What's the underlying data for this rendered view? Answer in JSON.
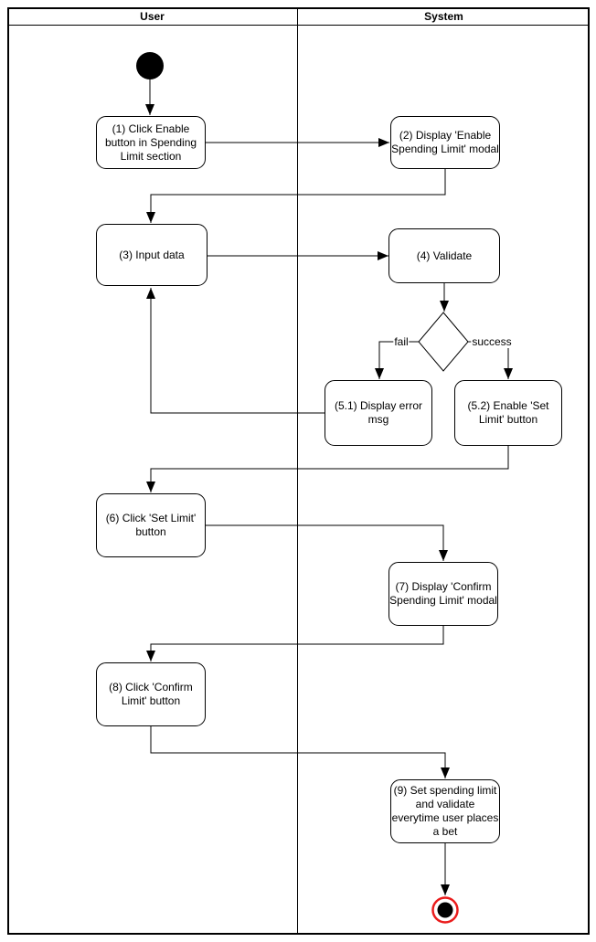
{
  "lanes": {
    "user": {
      "label": "User"
    },
    "system": {
      "label": "System"
    }
  },
  "nodes": {
    "start": {
      "type": "initial-node",
      "lane": "user"
    },
    "n1": {
      "lane": "user",
      "label": "(1) Click Enable\nbutton in Spending\nLimit section"
    },
    "n2": {
      "lane": "system",
      "label": "(2) Display 'Enable\nSpending Limit' modal"
    },
    "n3": {
      "lane": "user",
      "label": "(3) Input data"
    },
    "n4": {
      "lane": "system",
      "label": "(4) Validate"
    },
    "decision": {
      "type": "decision-node",
      "lane": "system"
    },
    "n51": {
      "lane": "system",
      "label": "(5.1) Display error\nmsg"
    },
    "n52": {
      "lane": "system",
      "label": "(5.2) Enable 'Set\nLimit' button"
    },
    "n6": {
      "lane": "user",
      "label": "(6) Click 'Set Limit'\nbutton"
    },
    "n7": {
      "lane": "system",
      "label": "(7) Display 'Confirm\nSpending Limit' modal"
    },
    "n8": {
      "lane": "user",
      "label": "(8) Click 'Confirm\nLimit' button"
    },
    "n9": {
      "lane": "system",
      "label": "(9) Set spending limit\nand validate\neverytime user places\na bet"
    },
    "end": {
      "type": "final-node",
      "lane": "system"
    }
  },
  "edge_labels": {
    "fail": "fail",
    "success": "success"
  },
  "colors": {
    "stroke": "#000000",
    "node_fill": "#ffffff",
    "final_node_ring": "#ea1c1c",
    "final_node_core": "#000000"
  }
}
